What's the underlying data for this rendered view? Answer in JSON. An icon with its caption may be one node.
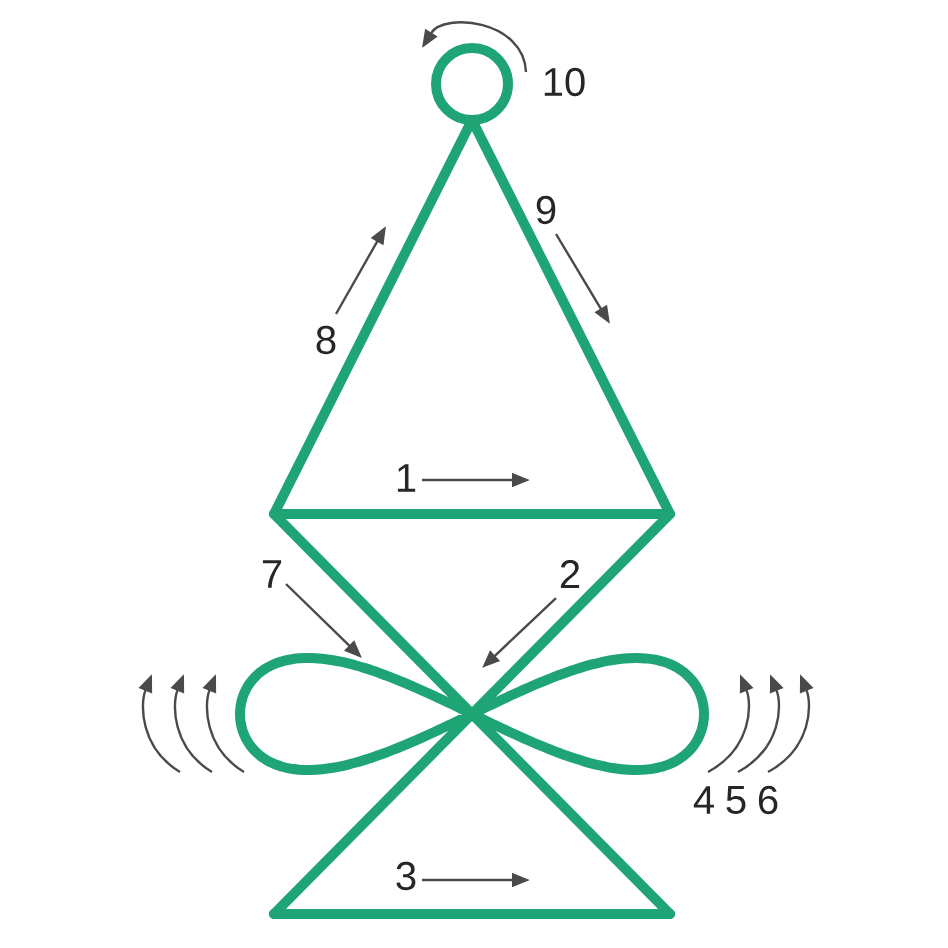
{
  "diagram": {
    "labels": [
      "10",
      "9",
      "8",
      "1",
      "7",
      "2",
      "4",
      "5",
      "6",
      "3"
    ]
  }
}
